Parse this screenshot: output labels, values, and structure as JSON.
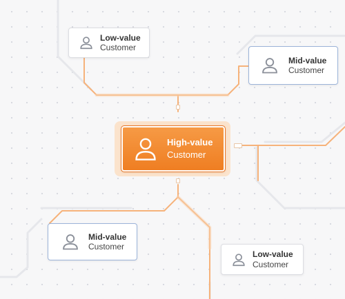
{
  "nodes": {
    "center": {
      "line1": "High-value",
      "line2": "Customer",
      "color": "#f28a33"
    },
    "top_left": {
      "line1": "Low-value",
      "line2": "Customer"
    },
    "top_right": {
      "line1": "Mid-value",
      "line2": "Customer"
    },
    "bottom_left": {
      "line1": "Mid-value",
      "line2": "Customer"
    },
    "bottom_right": {
      "line1": "Low-value",
      "line2": "Customer"
    }
  },
  "icons": {
    "node_icon": "user-icon"
  },
  "colors": {
    "accent": "#f28a33",
    "link_orange": "#f6b27a",
    "link_gray": "#e4e5ea",
    "mid_border": "#9bb3d9"
  }
}
